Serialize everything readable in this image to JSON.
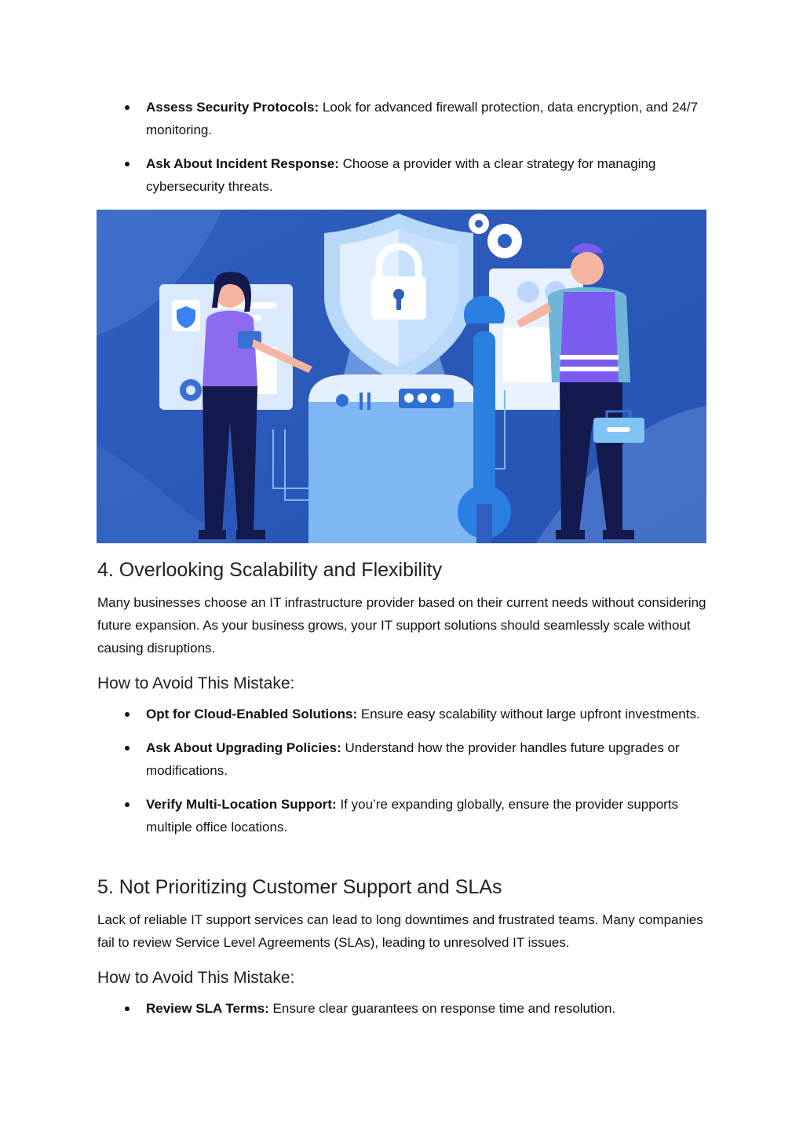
{
  "intro_bullets": [
    {
      "lead": "Assess Security Protocols:",
      "text": " Look for advanced firewall protection, data encryption, and 24/7 monitoring."
    },
    {
      "lead": "Ask About Incident Response:",
      "text": " Choose a provider with a clear strategy for managing cybersecurity threats."
    }
  ],
  "section4": {
    "heading": "4. Overlooking Scalability and Flexibility",
    "paragraph": "Many businesses choose an IT infrastructure provider based on their current needs without considering future expansion. As your business grows, your IT support solutions should seamlessly scale without causing disruptions.",
    "subheading": "How to Avoid This Mistake:",
    "bullets": [
      {
        "lead": "Opt for Cloud-Enabled Solutions:",
        "text": " Ensure easy scalability without large upfront investments."
      },
      {
        "lead": "Ask About Upgrading Policies:",
        "text": " Understand how the provider handles future upgrades or modifications."
      },
      {
        "lead": "Verify Multi-Location Support:",
        "text": " If you’re expanding globally, ensure the provider supports multiple office locations."
      }
    ]
  },
  "section5": {
    "heading": "5. Not Prioritizing Customer Support and SLAs",
    "paragraph": "Lack of reliable IT support services can lead to long downtimes and frustrated teams. Many companies fail to review Service Level Agreements (SLAs), leading to unresolved IT issues.",
    "subheading": "How to Avoid This Mistake:",
    "bullets": [
      {
        "lead": "Review SLA Terms:",
        "text": " Ensure clear guarantees on response time and resolution."
      }
    ]
  },
  "illustration": {
    "icons": [
      "shield-lock-icon",
      "gear-icon",
      "wrench-icon",
      "toolbox-icon"
    ],
    "colors": {
      "background": "#2f5fbf",
      "shield": "#cfe6ff",
      "woman_top": "#8b6cf0",
      "man_vest": "#7a5cf0",
      "pants": "#141a4d"
    }
  }
}
